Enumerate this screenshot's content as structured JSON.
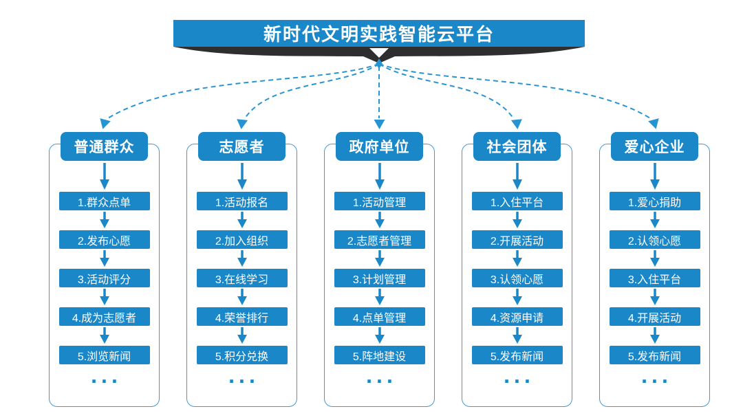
{
  "title": "新时代文明实践智能云平台",
  "more_label": "...",
  "colors": {
    "accent": "#1a87c9",
    "dash": "#2693d3",
    "border": "#3d9ad5",
    "ribbon": "#2e2e2e",
    "text-on-accent": "#ffffff"
  },
  "columns": [
    {
      "header": "普通群众",
      "steps": [
        "1.群众点单",
        "2.发布心愿",
        "3.活动评分",
        "4.成为志愿者",
        "5.浏览新闻"
      ]
    },
    {
      "header": "志愿者",
      "steps": [
        "1.活动报名",
        "2.加入组织",
        "3.在线学习",
        "4.荣誉排行",
        "5.积分兑换"
      ]
    },
    {
      "header": "政府单位",
      "steps": [
        "1.活动管理",
        "2.志愿者管理",
        "3.计划管理",
        "4.点单管理",
        "5.阵地建设"
      ]
    },
    {
      "header": "社会团体",
      "steps": [
        "1.入住平台",
        "2.开展活动",
        "3.认领心愿",
        "4.资源申请",
        "5.发布新闻"
      ]
    },
    {
      "header": "爱心企业",
      "steps": [
        "1.爱心捐助",
        "2.认领心愿",
        "3.入住平台",
        "4.开展活动",
        "5.发布新闻"
      ]
    }
  ]
}
